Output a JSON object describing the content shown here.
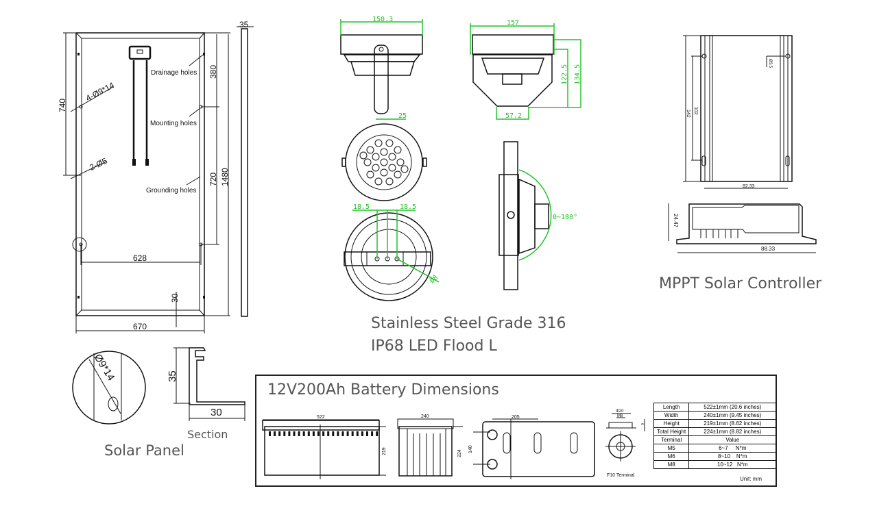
{
  "solar_panel": {
    "title": "Solar Panel",
    "section_label": "Section",
    "labels": {
      "drainage": "Drainage holes",
      "mounting": "Mounting holes",
      "grounding": "Grounding holes"
    },
    "dims": {
      "thickness": "35",
      "height_half": "740",
      "height_total": "1480",
      "top_to_mount": "380",
      "mount_spacing": "720",
      "mount_width": "628",
      "width": "670",
      "edge": "30",
      "slot": "4-Ø9*14",
      "ground": "2-Ø5",
      "detail_slot": "Ø9*14",
      "section_height": "35",
      "section_width": "30"
    }
  },
  "flood_light": {
    "title_line1": "Stainless Steel Grade 316",
    "title_line2": "IP68 LED Flood L",
    "dims": {
      "front_width": "150.3",
      "side_width": "157",
      "bracket": "25",
      "base": "57.2",
      "h1": "122.5",
      "h2": "134.5",
      "hole_left": "18.5",
      "hole_right": "18.5",
      "hole_dia": "Ø8",
      "angle": "0~180°"
    }
  },
  "controller": {
    "title": "MPPT Solar Controller",
    "dims": {
      "length": "142",
      "hole_spacing": "102",
      "hole_dia": "Ø3.5",
      "hole_width": "82.33",
      "profile_height": "24.47",
      "profile_width": "88.33"
    }
  },
  "battery": {
    "title": "12V200Ah Battery Dimensions",
    "dims": {
      "length": "522",
      "height": "219",
      "width": "240",
      "total_height": "224",
      "terminal_height": "140",
      "terminal_spacing": "205",
      "term_dia": "Φ20",
      "term_thread": "M8",
      "term_depth": "6"
    },
    "terminal_label": "F10 Terminal",
    "specs": [
      {
        "name": "Length",
        "value": "522±1mm (20.6 inches)"
      },
      {
        "name": "Width",
        "value": "240±1mm (9.45 inches)"
      },
      {
        "name": "Height",
        "value": "219±1mm (8.62 inches)"
      },
      {
        "name": "Total Height",
        "value": "224±1mm (8.82 inches)"
      }
    ],
    "torque_header": {
      "name": "Terminal",
      "value": "Value"
    },
    "torque": [
      {
        "name": "M5",
        "value": "6~7     N*m"
      },
      {
        "name": "M6",
        "value": "8~10    N*m"
      },
      {
        "name": "M8",
        "value": "10~12   N*m"
      }
    ],
    "unit": "Unit: mm"
  },
  "colors": {
    "dimension_green": "#22c32a",
    "title_gray": "#555555"
  }
}
